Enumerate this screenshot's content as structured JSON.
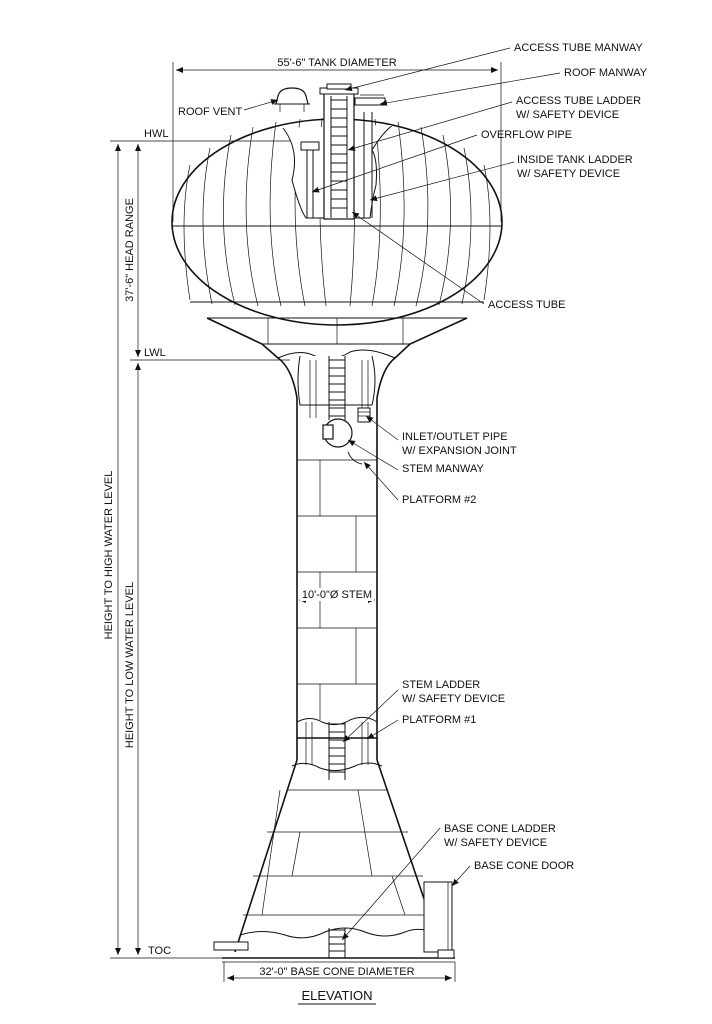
{
  "labels": {
    "access_tube_manway": "ACCESS TUBE MANWAY",
    "roof_manway": "ROOF MANWAY",
    "access_tube_ladder_1": "ACCESS TUBE LADDER",
    "access_tube_ladder_2": "W/ SAFETY DEVICE",
    "overflow_pipe": "OVERFLOW PIPE",
    "inside_tank_ladder_1": "INSIDE TANK LADDER",
    "inside_tank_ladder_2": "W/ SAFETY DEVICE",
    "access_tube": "ACCESS TUBE",
    "roof_vent": "ROOF VENT",
    "inlet_outlet_1": "INLET/OUTLET PIPE",
    "inlet_outlet_2": "W/ EXPANSION JOINT",
    "stem_manway": "STEM MANWAY",
    "platform_2": "PLATFORM #2",
    "stem_ladder_1": "STEM LADDER",
    "stem_ladder_2": "W/ SAFETY DEVICE",
    "platform_1": "PLATFORM #1",
    "base_cone_ladder_1": "BASE CONE LADDER",
    "base_cone_ladder_2": "W/ SAFETY DEVICE",
    "base_cone_door": "BASE CONE DOOR"
  },
  "dimensions": {
    "tank_diameter": "55'-6\" TANK DIAMETER",
    "stem_diameter": "10'-0\"Ø STEM",
    "base_cone_diameter": "32'-0\" BASE CONE DIAMETER",
    "head_range": "37'-6\" HEAD RANGE",
    "height_high": "HEIGHT TO HIGH WATER LEVEL",
    "height_low": "HEIGHT TO LOW WATER LEVEL"
  },
  "levels": {
    "hwl": "HWL",
    "lwl": "LWL",
    "toc": "TOC"
  },
  "title": "ELEVATION"
}
